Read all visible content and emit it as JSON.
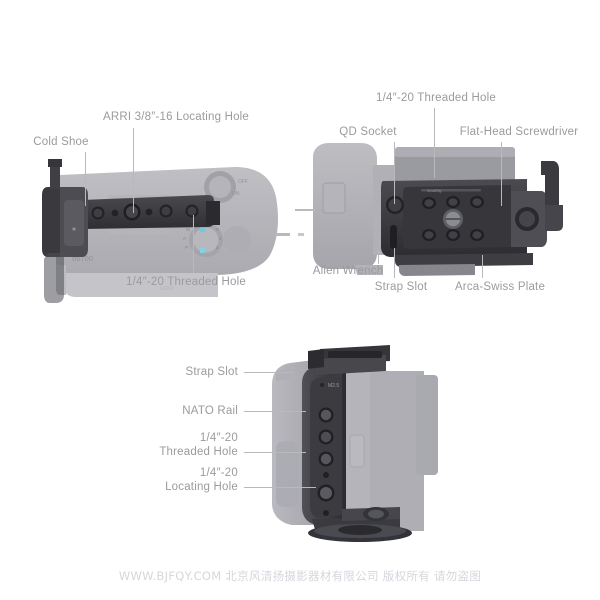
{
  "page": {
    "background": "#ffffff",
    "label_color": "#9b9b9e",
    "leader_color": "#b9b9bc",
    "cage_color": "#3b3b3e",
    "camera_color": "#b2b2b7",
    "watermark_color": "#d5d7dd"
  },
  "figures": {
    "top_left": {
      "name": "top-view-with-cage-left",
      "camera_model_text": "α6700",
      "labels": [
        {
          "id": "cold-shoe",
          "text": "Cold Shoe"
        },
        {
          "id": "arri-locating-hole",
          "text": "ARRI 3/8″-16 Locating Hole"
        },
        {
          "id": "quarter-threaded-hole",
          "text": "1/4″-20 Threaded Hole"
        }
      ]
    },
    "top_right": {
      "name": "bottom-view-with-cage",
      "labels": [
        {
          "id": "quarter-threaded-hole",
          "text": "1/4″-20 Threaded Hole"
        },
        {
          "id": "qd-socket",
          "text": "QD Socket"
        },
        {
          "id": "flat-head-screwdriver",
          "text": "Flat-Head Screwdriver"
        },
        {
          "id": "allen-wrench",
          "text": "Allen Wrench"
        },
        {
          "id": "strap-slot",
          "text": "Strap Slot"
        },
        {
          "id": "arca-swiss-plate",
          "text": "Arca-Swiss Plate"
        }
      ]
    },
    "bottom": {
      "name": "side-view-with-cage",
      "marking_text": "M2.5",
      "labels": [
        {
          "id": "strap-slot",
          "text": "Strap Slot"
        },
        {
          "id": "nato-rail",
          "text": "NATO Rail"
        },
        {
          "id": "quarter-threaded-hole",
          "text": "1/4″-20\nThreaded Hole"
        },
        {
          "id": "quarter-locating-hole",
          "text": "1/4″-20\nLocating Hole"
        }
      ]
    }
  },
  "watermark": {
    "text": "WWW.BJFQY.COM 北京风清扬摄影器材有限公司 版权所有 请勿盗图"
  }
}
